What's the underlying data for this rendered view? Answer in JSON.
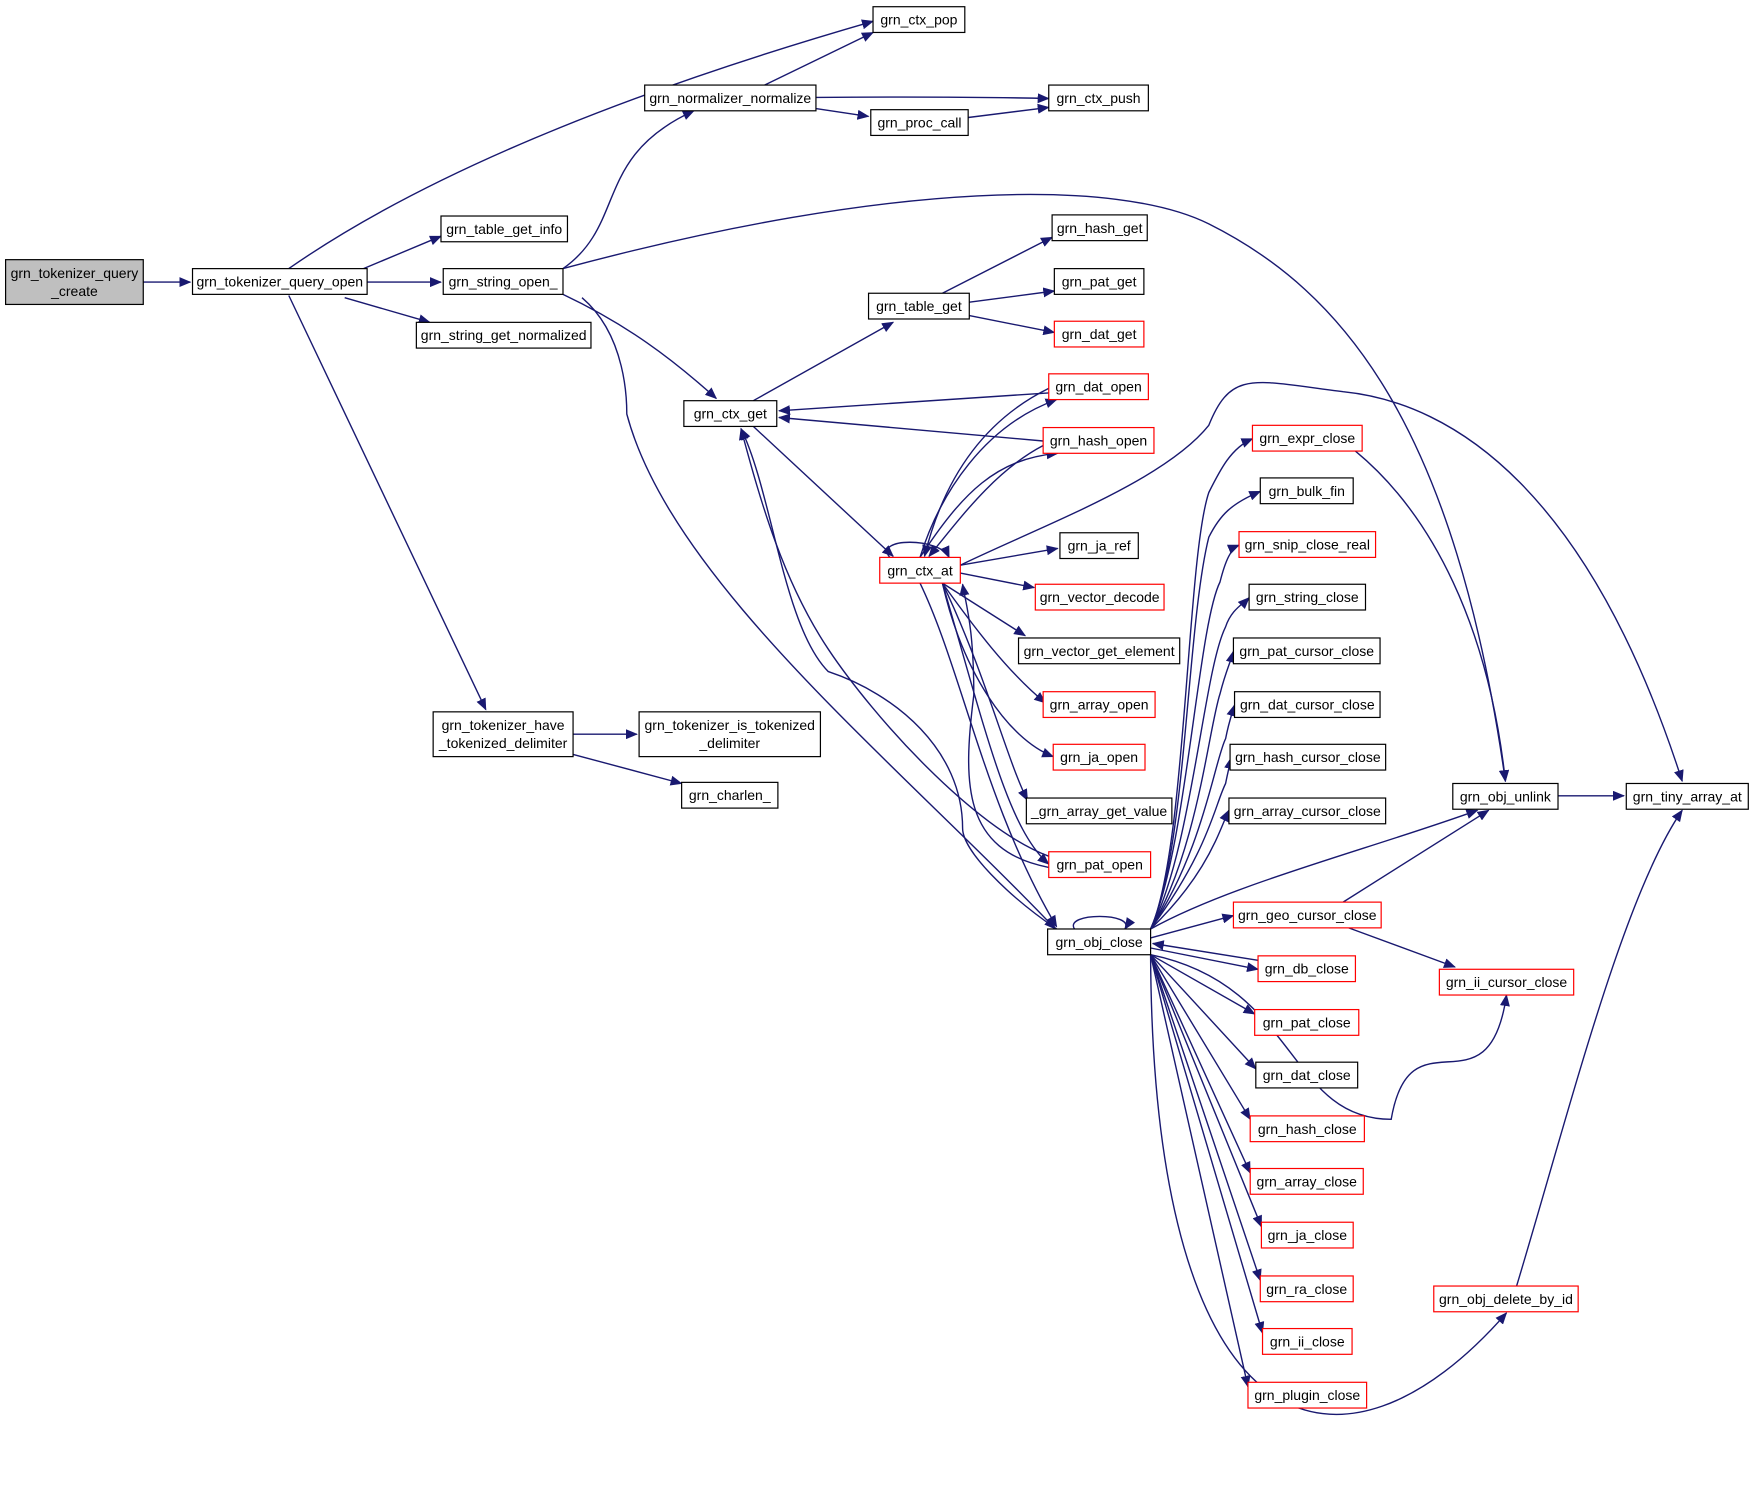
{
  "colors": {
    "edge": "#191970",
    "node_border_default": "#000000",
    "node_border_truncated": "#ff0000",
    "node_fill_root": "#bfbfbf",
    "node_fill_default": "#ffffff"
  },
  "nodes": {
    "n0": {
      "lines": [
        "grn_tokenizer_query",
        "_create"
      ],
      "border": "default",
      "root": true
    },
    "n1": {
      "lines": [
        "grn_tokenizer_query_open"
      ],
      "border": "default"
    },
    "n2": {
      "lines": [
        "grn_ctx_pop"
      ],
      "border": "default"
    },
    "n3": {
      "lines": [
        "grn_normalizer_normalize"
      ],
      "border": "default"
    },
    "n4": {
      "lines": [
        "grn_ctx_push"
      ],
      "border": "default"
    },
    "n5": {
      "lines": [
        "grn_proc_call"
      ],
      "border": "default"
    },
    "n6": {
      "lines": [
        "grn_table_get_info"
      ],
      "border": "default"
    },
    "n7": {
      "lines": [
        "grn_string_open_"
      ],
      "border": "default"
    },
    "n8": {
      "lines": [
        "grn_string_get_normalized"
      ],
      "border": "default"
    },
    "n9": {
      "lines": [
        "grn_hash_get"
      ],
      "border": "default"
    },
    "n10": {
      "lines": [
        "grn_table_get"
      ],
      "border": "default"
    },
    "n11": {
      "lines": [
        "grn_pat_get"
      ],
      "border": "default"
    },
    "n12": {
      "lines": [
        "grn_dat_get"
      ],
      "border": "truncated"
    },
    "n13": {
      "lines": [
        "grn_dat_open"
      ],
      "border": "truncated"
    },
    "n14": {
      "lines": [
        "grn_ctx_get"
      ],
      "border": "default"
    },
    "n15": {
      "lines": [
        "grn_hash_open"
      ],
      "border": "truncated"
    },
    "n16": {
      "lines": [
        "grn_expr_close"
      ],
      "border": "truncated"
    },
    "n17": {
      "lines": [
        "grn_bulk_fin"
      ],
      "border": "default"
    },
    "n18": {
      "lines": [
        "grn_ja_ref"
      ],
      "border": "default"
    },
    "n19": {
      "lines": [
        "grn_snip_close_real"
      ],
      "border": "truncated"
    },
    "n20": {
      "lines": [
        "grn_ctx_at"
      ],
      "border": "truncated"
    },
    "n21": {
      "lines": [
        "grn_vector_decode"
      ],
      "border": "truncated"
    },
    "n22": {
      "lines": [
        "grn_string_close"
      ],
      "border": "default"
    },
    "n23": {
      "lines": [
        "grn_vector_get_element"
      ],
      "border": "default"
    },
    "n24": {
      "lines": [
        "grn_pat_cursor_close"
      ],
      "border": "default"
    },
    "n25": {
      "lines": [
        "grn_array_open"
      ],
      "border": "truncated"
    },
    "n26": {
      "lines": [
        "grn_dat_cursor_close"
      ],
      "border": "default"
    },
    "n27": {
      "lines": [
        "grn_tokenizer_have",
        "_tokenized_delimiter"
      ],
      "border": "default"
    },
    "n28": {
      "lines": [
        "grn_tokenizer_is_tokenized",
        "_delimiter"
      ],
      "border": "default"
    },
    "n29": {
      "lines": [
        "grn_ja_open"
      ],
      "border": "truncated"
    },
    "n30": {
      "lines": [
        "grn_hash_cursor_close"
      ],
      "border": "default"
    },
    "n31": {
      "lines": [
        "grn_charlen_"
      ],
      "border": "default"
    },
    "n32": {
      "lines": [
        "_grn_array_get_value"
      ],
      "border": "default"
    },
    "n33": {
      "lines": [
        "grn_obj_unlink"
      ],
      "border": "default"
    },
    "n34": {
      "lines": [
        "grn_tiny_array_at"
      ],
      "border": "default"
    },
    "n35": {
      "lines": [
        "grn_array_cursor_close"
      ],
      "border": "default"
    },
    "n36": {
      "lines": [
        "grn_pat_open"
      ],
      "border": "truncated"
    },
    "n37": {
      "lines": [
        "grn_geo_cursor_close"
      ],
      "border": "truncated"
    },
    "n38": {
      "lines": [
        "grn_obj_close"
      ],
      "border": "default"
    },
    "n39": {
      "lines": [
        "grn_db_close"
      ],
      "border": "truncated"
    },
    "n40": {
      "lines": [
        "grn_ii_cursor_close"
      ],
      "border": "truncated"
    },
    "n41": {
      "lines": [
        "grn_pat_close"
      ],
      "border": "truncated"
    },
    "n42": {
      "lines": [
        "grn_dat_close"
      ],
      "border": "default"
    },
    "n43": {
      "lines": [
        "grn_hash_close"
      ],
      "border": "truncated"
    },
    "n44": {
      "lines": [
        "grn_array_close"
      ],
      "border": "truncated"
    },
    "n45": {
      "lines": [
        "grn_ja_close"
      ],
      "border": "truncated"
    },
    "n46": {
      "lines": [
        "grn_ra_close"
      ],
      "border": "truncated"
    },
    "n47": {
      "lines": [
        "grn_obj_delete_by_id"
      ],
      "border": "truncated"
    },
    "n48": {
      "lines": [
        "grn_ii_close"
      ],
      "border": "truncated"
    },
    "n49": {
      "lines": [
        "grn_plugin_close"
      ],
      "border": "truncated"
    }
  },
  "edges": [
    [
      "n0",
      "n1"
    ],
    [
      "n1",
      "n2"
    ],
    [
      "n1",
      "n3"
    ],
    [
      "n1",
      "n6"
    ],
    [
      "n1",
      "n7"
    ],
    [
      "n1",
      "n8"
    ],
    [
      "n1",
      "n27"
    ],
    [
      "n3",
      "n2"
    ],
    [
      "n3",
      "n4"
    ],
    [
      "n3",
      "n5"
    ],
    [
      "n5",
      "n4"
    ],
    [
      "n7",
      "n3"
    ],
    [
      "n7",
      "n14"
    ],
    [
      "n7",
      "n33"
    ],
    [
      "n7",
      "n38"
    ],
    [
      "n14",
      "n10"
    ],
    [
      "n14",
      "n20"
    ],
    [
      "n10",
      "n9"
    ],
    [
      "n10",
      "n11"
    ],
    [
      "n10",
      "n12"
    ],
    [
      "n13",
      "n14"
    ],
    [
      "n15",
      "n14"
    ],
    [
      "n36",
      "n14"
    ],
    [
      "n20",
      "n13"
    ],
    [
      "n20",
      "n15"
    ],
    [
      "n20",
      "n18"
    ],
    [
      "n20",
      "n20"
    ],
    [
      "n20",
      "n21"
    ],
    [
      "n20",
      "n23"
    ],
    [
      "n20",
      "n25"
    ],
    [
      "n20",
      "n29"
    ],
    [
      "n20",
      "n32"
    ],
    [
      "n20",
      "n34"
    ],
    [
      "n20",
      "n36"
    ],
    [
      "n20",
      "n38"
    ],
    [
      "n13",
      "n20"
    ],
    [
      "n15",
      "n20"
    ],
    [
      "n36",
      "n20"
    ],
    [
      "n27",
      "n28"
    ],
    [
      "n27",
      "n31"
    ],
    [
      "n38",
      "n14"
    ],
    [
      "n38",
      "n16"
    ],
    [
      "n38",
      "n17"
    ],
    [
      "n38",
      "n19"
    ],
    [
      "n38",
      "n22"
    ],
    [
      "n38",
      "n24"
    ],
    [
      "n38",
      "n26"
    ],
    [
      "n38",
      "n30"
    ],
    [
      "n38",
      "n33"
    ],
    [
      "n38",
      "n35"
    ],
    [
      "n38",
      "n37"
    ],
    [
      "n38",
      "n38"
    ],
    [
      "n38",
      "n39"
    ],
    [
      "n38",
      "n40"
    ],
    [
      "n38",
      "n41"
    ],
    [
      "n38",
      "n42"
    ],
    [
      "n38",
      "n43"
    ],
    [
      "n38",
      "n44"
    ],
    [
      "n38",
      "n45"
    ],
    [
      "n38",
      "n46"
    ],
    [
      "n38",
      "n47"
    ],
    [
      "n38",
      "n48"
    ],
    [
      "n38",
      "n49"
    ],
    [
      "n39",
      "n38"
    ],
    [
      "n16",
      "n33"
    ],
    [
      "n37",
      "n33"
    ],
    [
      "n37",
      "n40"
    ],
    [
      "n33",
      "n34"
    ],
    [
      "n47",
      "n34"
    ]
  ]
}
